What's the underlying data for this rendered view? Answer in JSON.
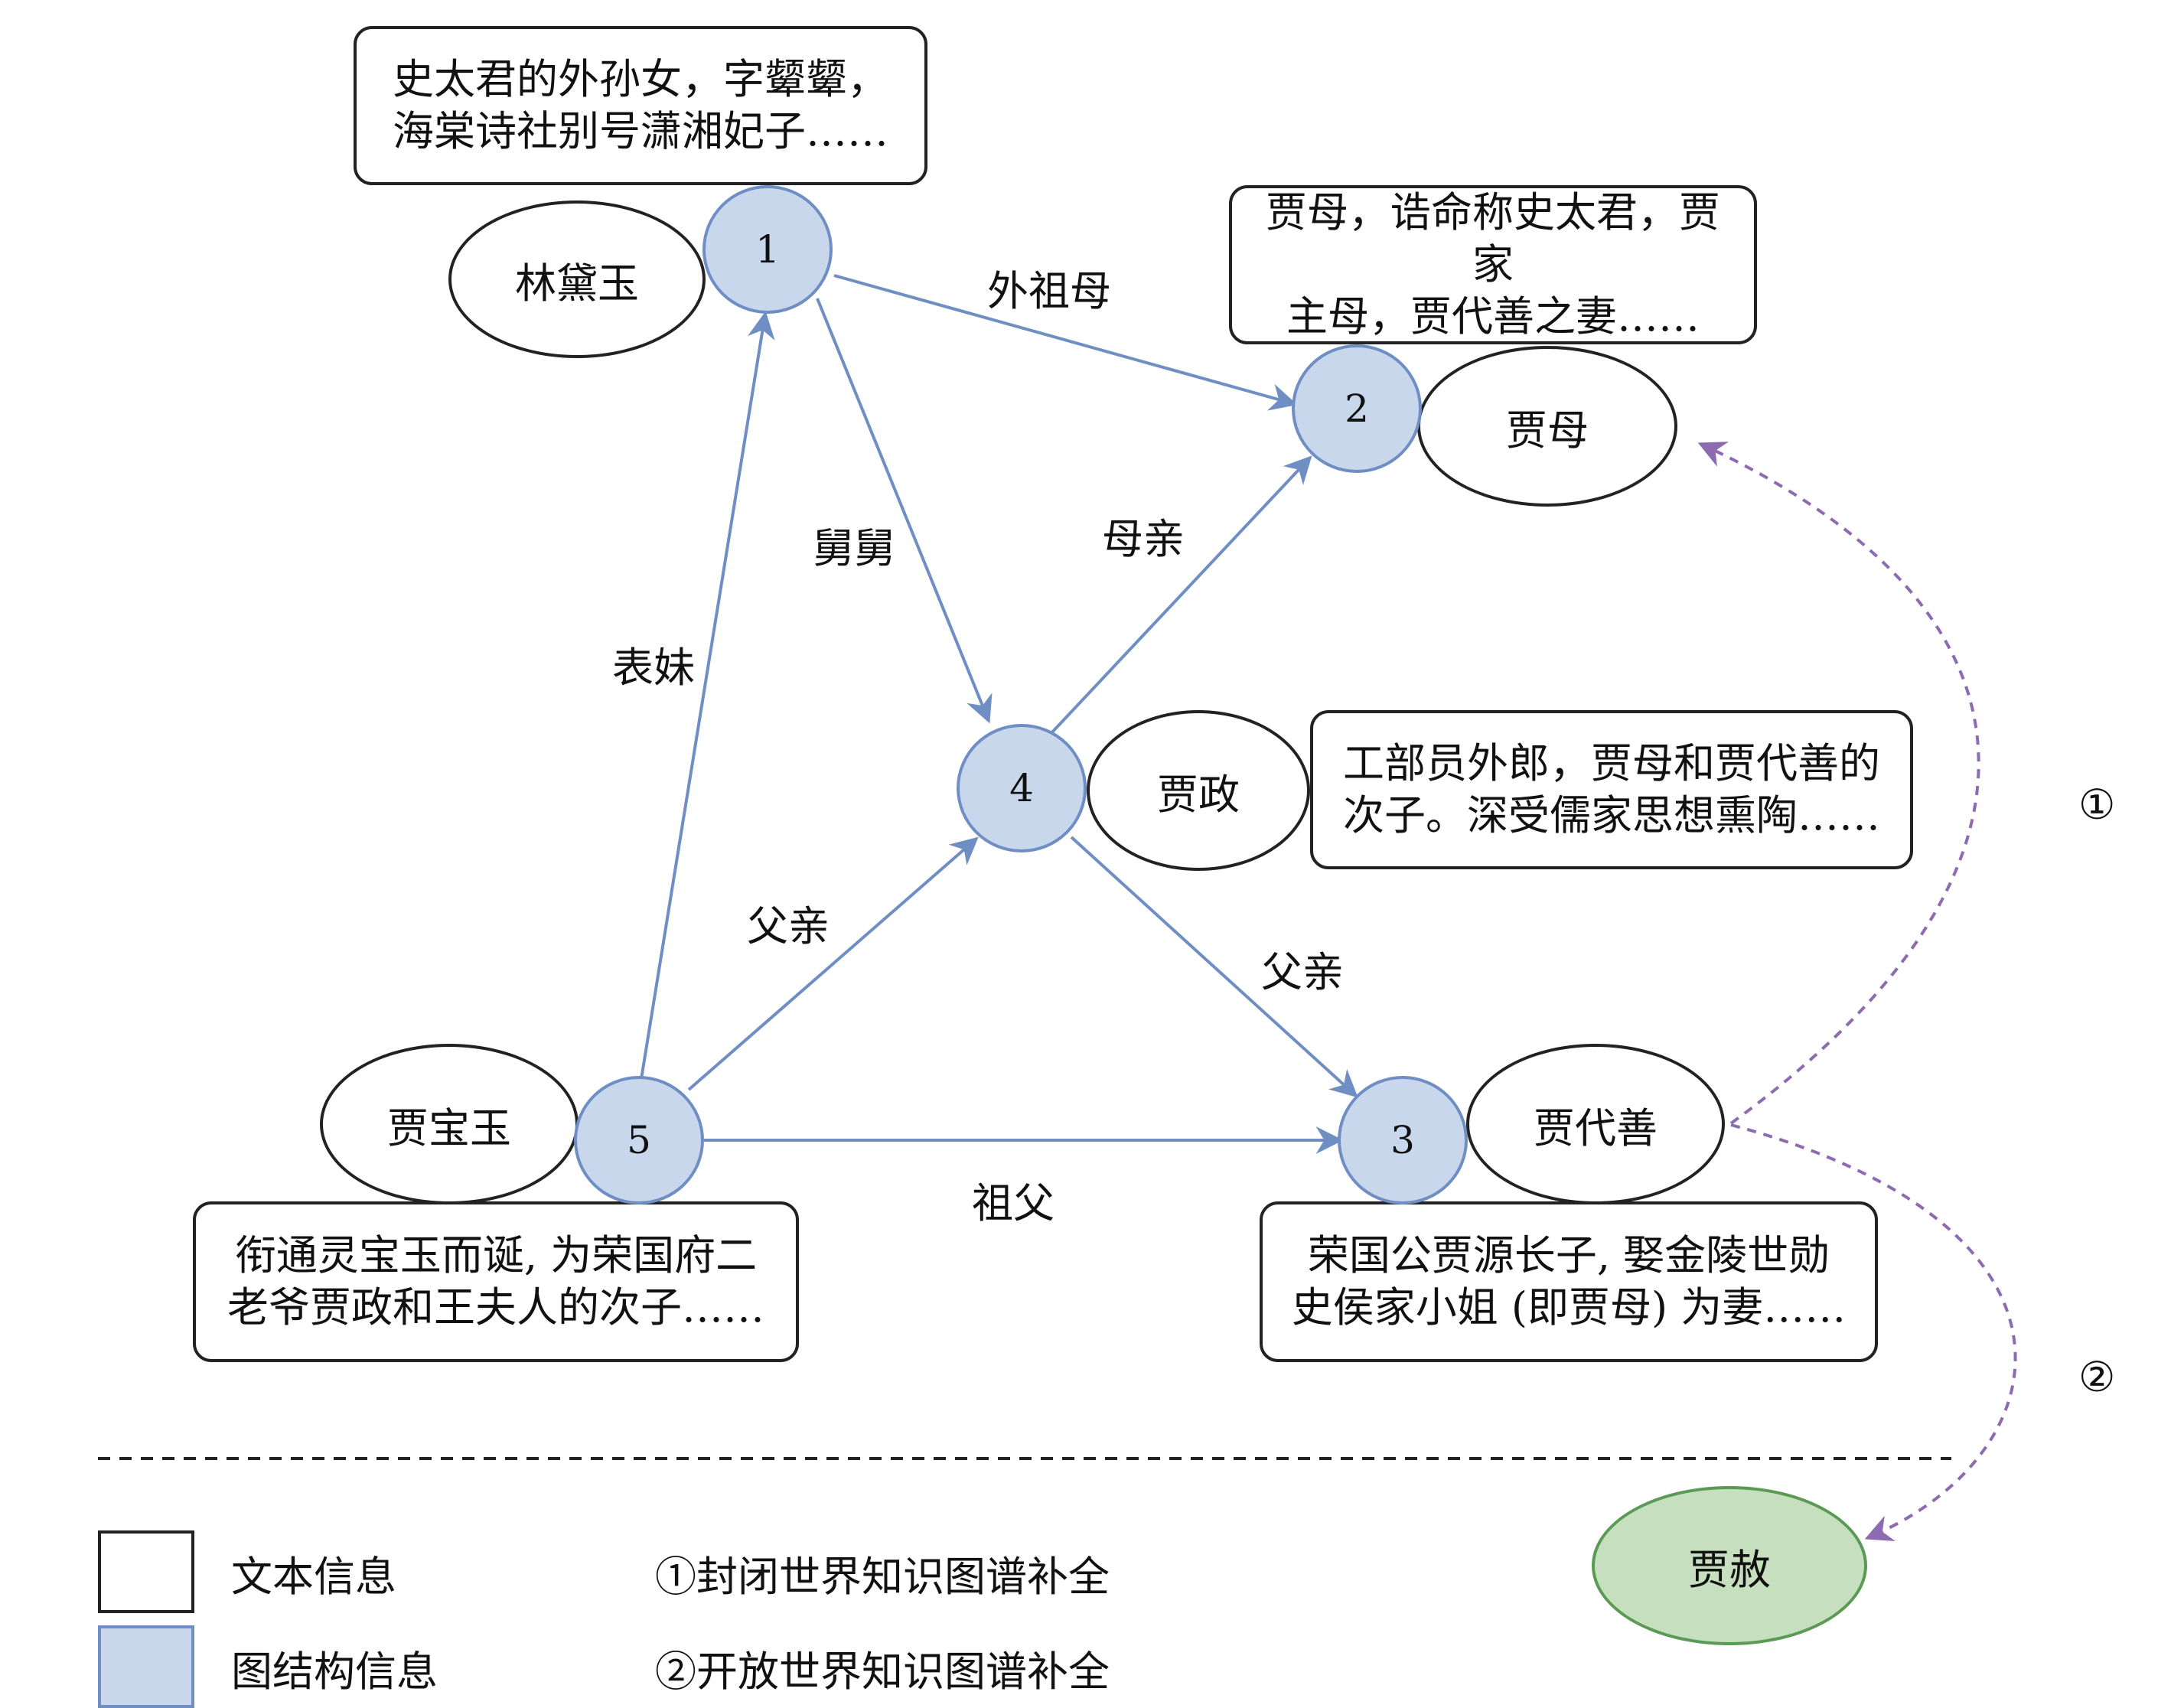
{
  "nodes": [
    {
      "id": "1",
      "name": "林黛玉",
      "text": "史太君的外孙女，字颦颦，\n海棠诗社别号潇湘妃子……"
    },
    {
      "id": "2",
      "name": "贾母",
      "text": "贾母，诰命称史太君，贾家\n主母，贾代善之妻……"
    },
    {
      "id": "3",
      "name": "贾代善",
      "text": "荣国公贾源长子, 娶金陵世勋\n史侯家小姐 (即贾母) 为妻……"
    },
    {
      "id": "4",
      "name": "贾政",
      "text": "工部员外郎，贾母和贾代善的\n次子。深受儒家思想熏陶……"
    },
    {
      "id": "5",
      "name": "贾宝玉",
      "text": "衔通灵宝玉而诞, 为荣国府二\n老爷贾政和王夫人的次子……"
    }
  ],
  "edges": [
    {
      "from": "1",
      "to": "2",
      "label": "外祖母"
    },
    {
      "from": "1",
      "to": "4",
      "label": "舅舅"
    },
    {
      "from": "4",
      "to": "2",
      "label": "母亲"
    },
    {
      "from": "5",
      "to": "1",
      "label": "表妹"
    },
    {
      "from": "5",
      "to": "4",
      "label": "父亲"
    },
    {
      "from": "4",
      "to": "3",
      "label": "父亲"
    },
    {
      "from": "5",
      "to": "3",
      "label": "祖父"
    }
  ],
  "completion": {
    "closed_marker": "①",
    "open_marker": "②",
    "new_entity": "贾赦"
  },
  "legend": {
    "text_info": "文本信息",
    "graph_info": "图结构信息",
    "closed_world": "①封闭世界知识图谱补全",
    "open_world": "②开放世界知识图谱补全"
  },
  "colors": {
    "node_fill": "#c8d7ec",
    "node_stroke": "#6f8fc4",
    "edge": "#6f8fc4",
    "dashed_arrow": "#8c6bb1",
    "new_entity_fill": "#c6dfbe",
    "new_entity_stroke": "#5a9a55"
  }
}
